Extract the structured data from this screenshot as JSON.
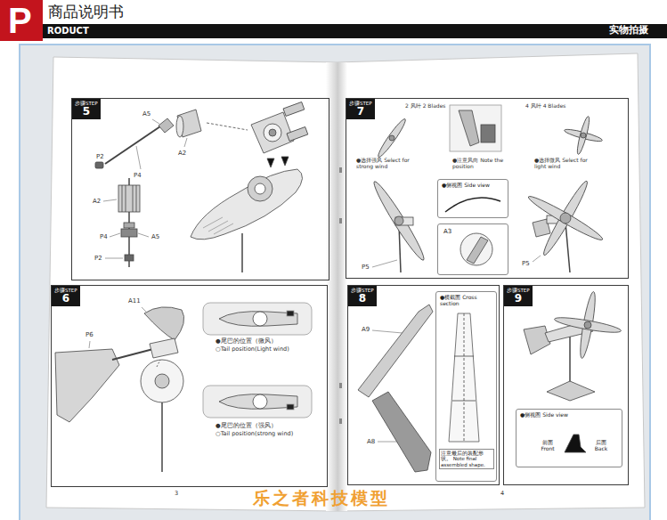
{
  "diagram": {
    "nodes": [
      {
        "text": [
          "步骤STEP",
          "5"
        ]
      },
      {
        "text": [
          "步骤STEP",
          "7"
        ]
      },
      {
        "text": [
          "●侧视图 Side view"
        ],
        "in": 1
      },
      {
        "text": [
          "A3"
        ],
        "in": 1
      },
      {
        "text": [
          "步骤STEP",
          "6"
        ]
      },
      {
        "text": [
          "步骤STEP",
          "8"
        ]
      },
      {
        "text": [
          "●横截面 Cross section",
          "注意最后的装配形状。 Note final assembled shape."
        ],
        "in": 5
      },
      {
        "text": [
          "步骤STEP",
          "9"
        ]
      },
      {
        "text": [
          "●侧视图 Side view",
          "前面 Front",
          "后面 Back"
        ],
        "in": 7
      }
    ],
    "labels": [
      "P",
      "商品说明书",
      "RODUCT",
      "实物拍摄",
      "A5",
      "A2",
      "P2",
      "P4",
      "A2",
      "P4",
      "A5",
      "P2",
      "A11",
      "P6",
      "●尾巴的位置（微风）",
      "○Tail position(Light wind)",
      "●尾巴的位置（强风）",
      "○Tail position(strong wind)",
      "2 风叶 2 Blades",
      "●选择强风 Select for strong wind",
      "●注意风向 Note the position",
      "4 风叶 4 Blades",
      "●选择微风 Select for light wind",
      "P5",
      "P5",
      "A9",
      "A8",
      "3",
      "4",
      "乐之者科技模型"
    ]
  }
}
